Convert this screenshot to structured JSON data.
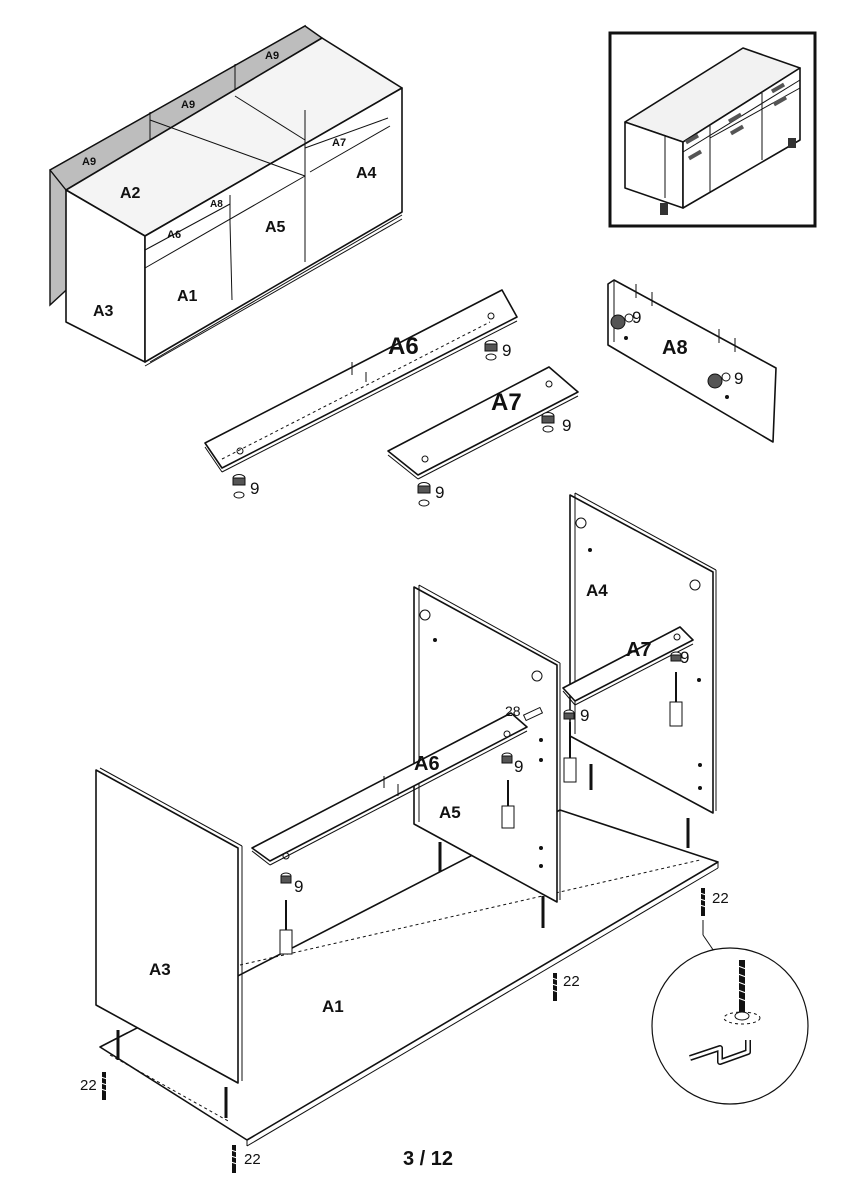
{
  "page": {
    "number": "3 / 12"
  },
  "overview": {
    "labels": {
      "a9_left": "A9",
      "a9_mid": "A9",
      "a9_right": "A9",
      "a2": "A2",
      "a6": "A6",
      "a8": "A8",
      "a7": "A7",
      "a4": "A4",
      "a5": "A5",
      "a3": "A3",
      "a1": "A1"
    }
  },
  "exploded": {
    "panel_a6": "A6",
    "panel_a7": "A7",
    "panel_a8": "A8",
    "shelf_a6": "A6",
    "shelf_a7": "A7",
    "panel_a4": "A4",
    "panel_a5": "A5",
    "panel_a3": "A3",
    "base_a1": "A1"
  },
  "parts": {
    "cam_lock": "9",
    "dowel": "28",
    "screw": "22"
  },
  "icons": [
    "cam-lock-icon",
    "screw-icon",
    "screwdriver-icon",
    "allen-key-icon"
  ]
}
